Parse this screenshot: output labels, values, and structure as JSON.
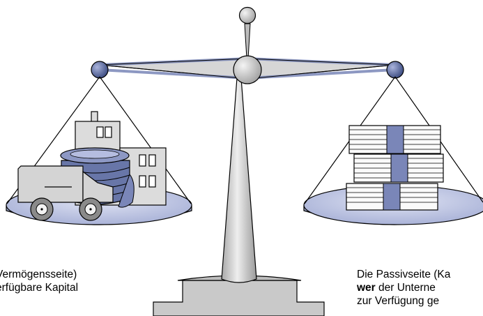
{
  "captions": {
    "left": {
      "line1": "Vermögensseite)",
      "line2": "erfügbare Kapital"
    },
    "right": {
      "line1": "Die Passivseite (Ka",
      "line2_bold": "wer",
      "line2_rest": " der Unterne",
      "line3": "zur Verfügung ge"
    }
  },
  "colors": {
    "outline": "#000000",
    "metal_light": "#e6e6e6",
    "metal_mid": "#c8c8c8",
    "knob_blue": "#4a5c94",
    "beam_blue": "#8d98c2",
    "pan_blue": "#c9d0ea",
    "coin_blue": "#6876a8",
    "band_blue": "#7a86b8",
    "wheel_gray": "#8a8a8a"
  },
  "icons": {
    "left_pan": [
      "building-icon",
      "coin-stack-icon",
      "truck-icon"
    ],
    "right_pan": [
      "banknote-stack-icon"
    ]
  }
}
